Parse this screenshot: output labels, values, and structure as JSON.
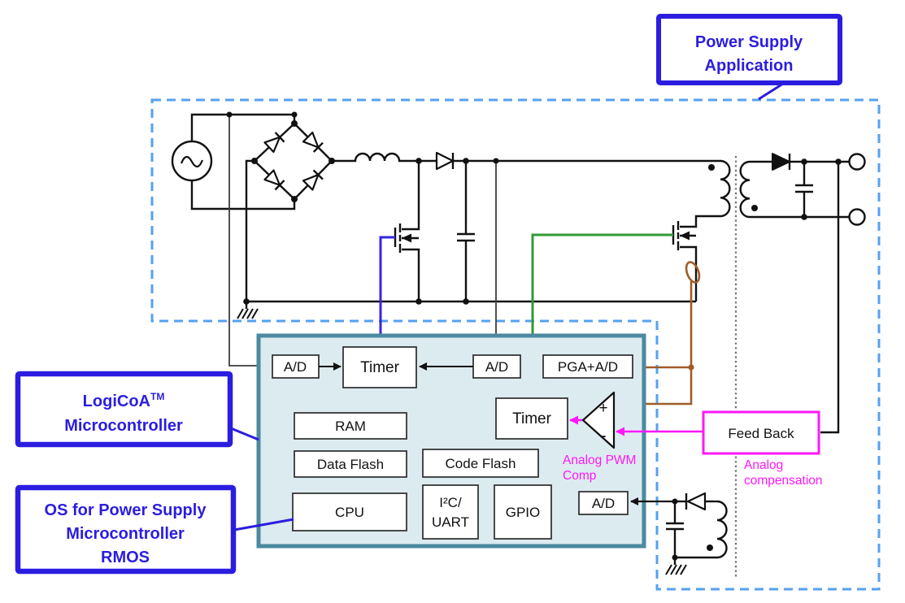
{
  "annotations": {
    "power_supply_application": {
      "line1": "Power Supply",
      "line2": "Application"
    },
    "logicoa": {
      "line1": "LogiCoA",
      "tm": "TM",
      "line2": "Microcontroller"
    },
    "rmos": {
      "line1": "OS for Power Supply",
      "line2": "Microcontroller",
      "line3": "RMOS"
    },
    "analog_pwm_comp": {
      "line1": "Analog PWM",
      "line2": "Comp"
    },
    "analog_compensation": {
      "line1": "Analog",
      "line2": "compensation"
    }
  },
  "mcu": {
    "adc1": "A/D",
    "timer1": "Timer",
    "adc2": "A/D",
    "pga": "PGA+A/D",
    "timer2": "Timer",
    "ram": "RAM",
    "data_flash": "Data Flash",
    "code_flash": "Code Flash",
    "cpu": "CPU",
    "i2c_line1": "I²C/",
    "i2c_line2": "UART",
    "gpio": "GPIO",
    "adc3": "A/D",
    "comparator_plus": "+",
    "comparator_minus": "-"
  },
  "feedback": {
    "label": "Feed Back"
  },
  "colors": {
    "annotation_blue": "#2b1de0",
    "magenta": "#ff17f7",
    "brown": "#a05c28",
    "green": "#309a33",
    "wire_blue": "#3526e3",
    "dashed_border_blue": "#55a1f2",
    "mcu_fill": "#dcebf0",
    "mcu_border": "#4b8aa0",
    "circuit_black": "#111111"
  }
}
